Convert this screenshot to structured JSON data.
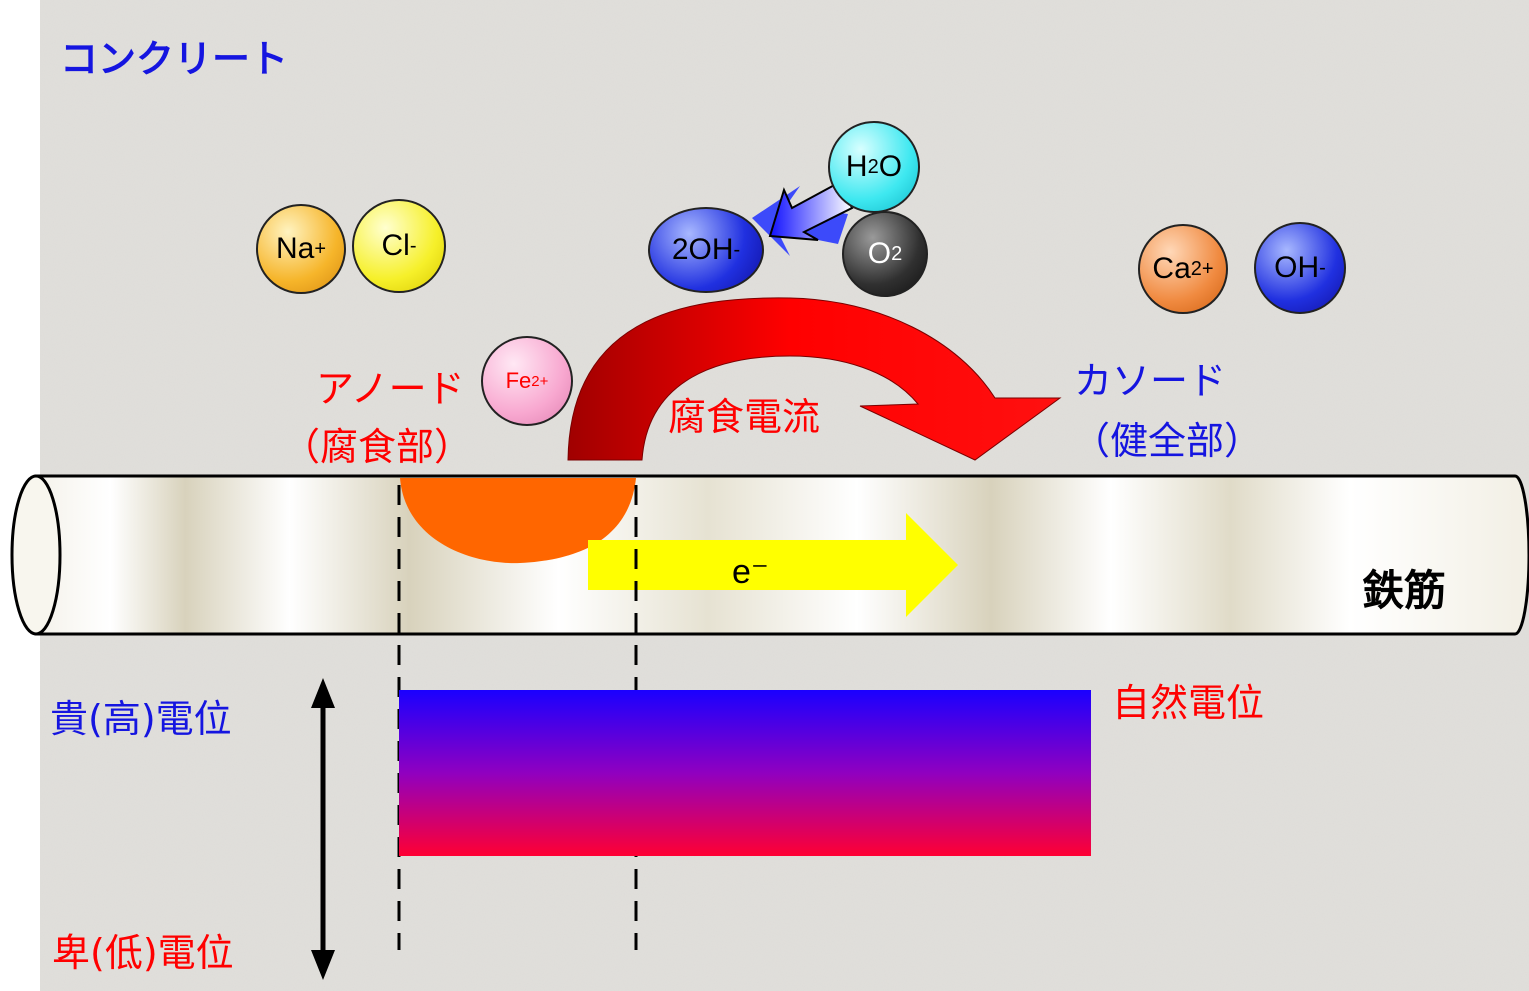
{
  "labels": {
    "concrete": "コンクリート",
    "anode_line1": "アノード",
    "anode_line2": "（腐食部）",
    "cathode_line1": "カソード",
    "cathode_line2": "（健全部）",
    "corrosion_current": "腐食電流",
    "rebar": "鉄筋",
    "natural_potential": "自然電位",
    "noble_potential": "貴(高)電位",
    "base_potential": "卑(低)電位",
    "electron": "e⁻"
  },
  "ions": {
    "na": {
      "base": "Na",
      "sup": "+"
    },
    "cl": {
      "base": "Cl",
      "sup": "-"
    },
    "hydroxide2": {
      "base": "2OH",
      "sup": "-"
    },
    "water": {
      "pre": "H",
      "sub": "2",
      "post": "O"
    },
    "oxygen": {
      "base": "O",
      "sub": "2"
    },
    "ca": {
      "base": "Ca",
      "sup": "2+"
    },
    "oh": {
      "base": "OH",
      "sup": "-"
    },
    "fe": {
      "base": "Fe",
      "sup": "2+"
    }
  },
  "colors": {
    "blue_text": "#1515e0",
    "red_text": "#ff0000",
    "potential_top": "#1a00ff",
    "potential_bottom": "#ff0033",
    "electron_arrow": "#ffff00",
    "corrosion_pit": "#ff6600"
  }
}
